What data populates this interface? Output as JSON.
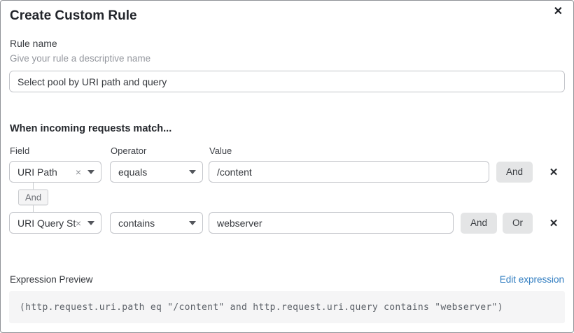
{
  "dialog": {
    "title": "Create Custom Rule"
  },
  "icons": {
    "close": "✕",
    "remove": "✕",
    "clear": "×"
  },
  "rule_name": {
    "label": "Rule name",
    "help": "Give your rule a descriptive name",
    "value": "Select pool by URI path and query"
  },
  "match": {
    "heading": "When incoming requests match...",
    "columns": {
      "field": "Field",
      "operator": "Operator",
      "value": "Value"
    },
    "connector": "And",
    "rows": [
      {
        "field": "URI Path",
        "operator": "equals",
        "value": "/content",
        "buttons": [
          "And"
        ]
      },
      {
        "field": "URI Query St...",
        "operator": "contains",
        "value": "webserver",
        "buttons": [
          "And",
          "Or"
        ]
      }
    ]
  },
  "expression": {
    "label": "Expression Preview",
    "edit_link": "Edit expression",
    "code": "(http.request.uri.path eq \"/content\" and http.request.uri.query contains \"webserver\")"
  },
  "colors": {
    "link_blue": "#2f7cc0",
    "button_gray": "#e4e5e6",
    "border_gray": "#c2c4c9",
    "code_bg": "#f5f5f6"
  }
}
